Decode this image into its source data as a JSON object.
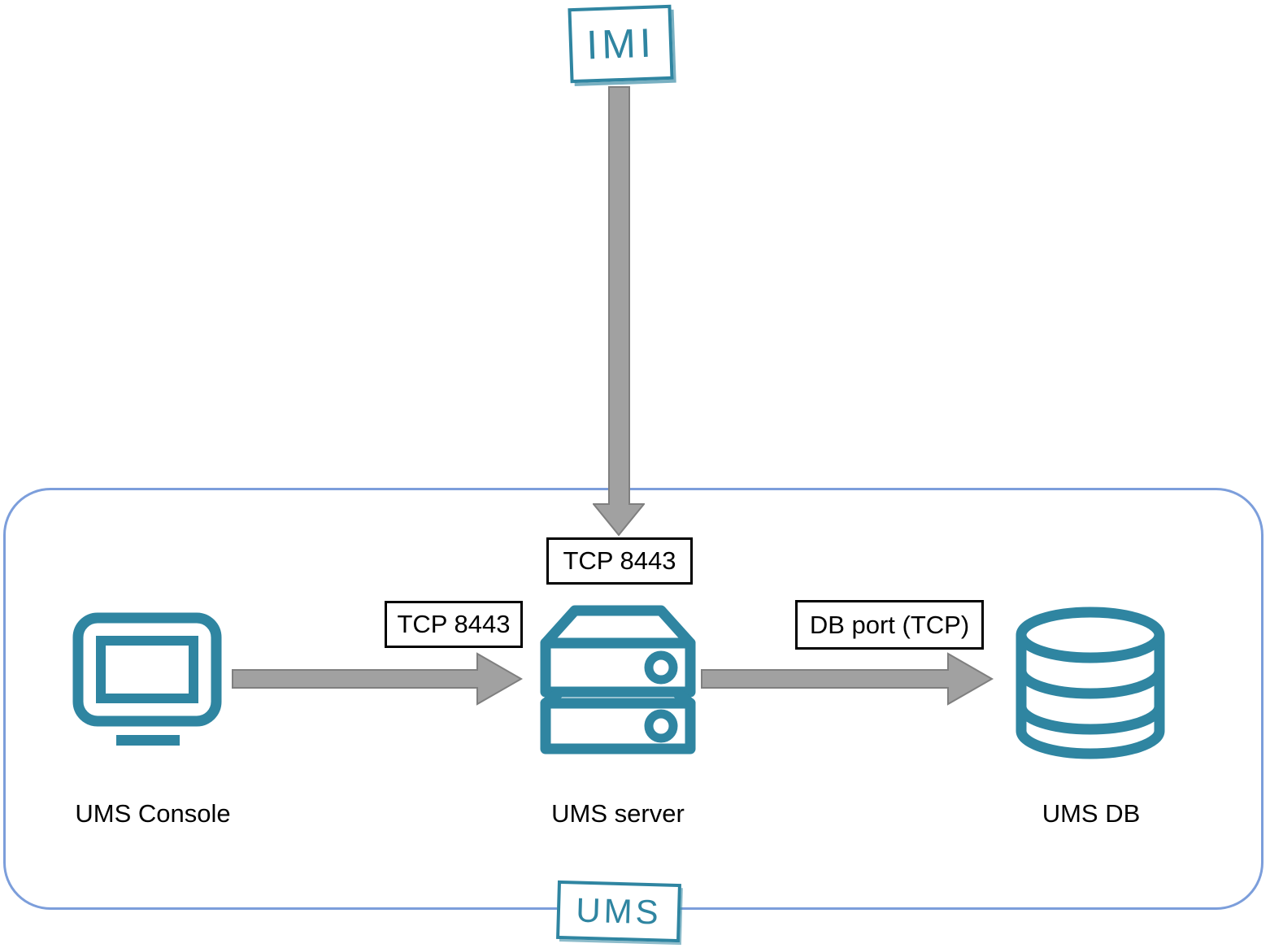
{
  "diagram": {
    "type": "network-architecture",
    "external_node": {
      "label": "IMI"
    },
    "group": {
      "label": "UMS"
    },
    "nodes": {
      "console": {
        "label": "UMS Console",
        "icon": "monitor-icon"
      },
      "server": {
        "label": "UMS server",
        "icon": "server-icon"
      },
      "db": {
        "label": "UMS DB",
        "icon": "database-icon"
      }
    },
    "edges": {
      "imi_to_server": {
        "from": "IMI",
        "to": "UMS server",
        "label": "TCP 8443",
        "direction": "down"
      },
      "console_to_server": {
        "from": "UMS Console",
        "to": "UMS server",
        "label": "TCP 8443",
        "direction": "right"
      },
      "server_to_db": {
        "from": "UMS server",
        "to": "UMS DB",
        "label": "DB port (TCP)",
        "direction": "right"
      }
    },
    "colors": {
      "icon_teal": "#2F85A1",
      "container_border": "#7C9EDB",
      "arrow_fill": "#A1A1A1",
      "arrow_outline": "#7F7F7F",
      "label_border": "#000000",
      "text": "#000000"
    }
  }
}
